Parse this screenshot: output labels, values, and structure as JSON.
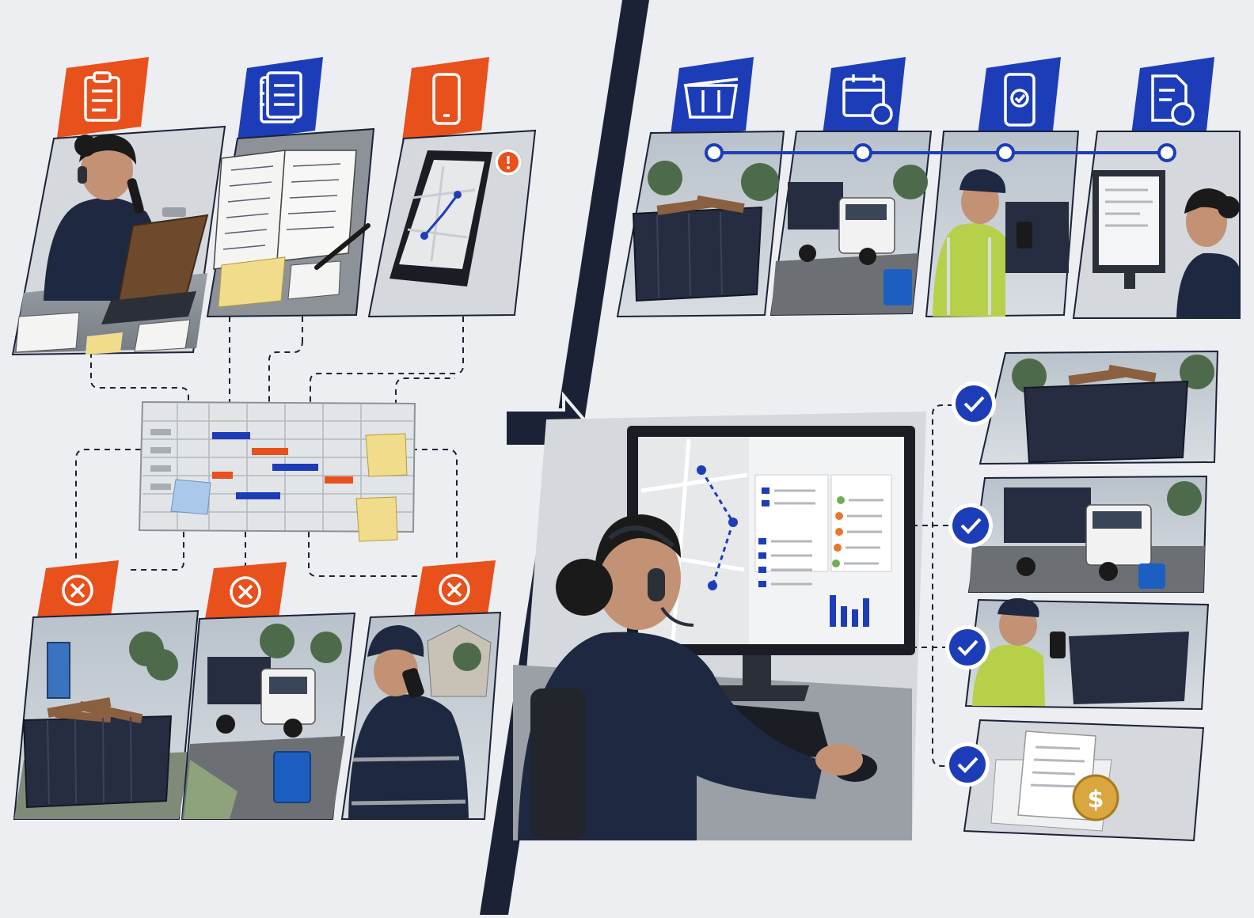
{
  "colors": {
    "background": "#eceef1",
    "old_accent": "#e8501c",
    "new_accent": "#1d3db8",
    "ink": "#1b2236",
    "panel": "#8d9298",
    "divider": "#1b2236"
  },
  "before": {
    "sources": [
      {
        "icon": "clipboard-icon",
        "scene": "dispatcher-on-phone-with-clipboard"
      },
      {
        "icon": "notebook-icon",
        "scene": "handwritten-notebook-and-sticky-notes"
      },
      {
        "icon": "smartphone-icon",
        "scene": "phone-map-with-alert"
      }
    ],
    "schedule": {
      "scene": "messy-spreadsheet-with-sticky-notes"
    },
    "failures": [
      {
        "icon": "x-circle-icon",
        "scene": "overflowing-dumpster-near-portable-toilet"
      },
      {
        "icon": "x-circle-icon",
        "scene": "garbage-truck-by-curb"
      },
      {
        "icon": "x-circle-icon",
        "scene": "driver-calling-on-phone"
      }
    ]
  },
  "after": {
    "workflow_steps": [
      {
        "icon": "dumpster-icon",
        "scene": "filled-roll-off-dumpster"
      },
      {
        "icon": "calendar-sync-icon",
        "scene": "truck-dispatched"
      },
      {
        "icon": "phone-check-icon",
        "scene": "driver-confirms-on-phone"
      },
      {
        "icon": "invoice-dollar-icon",
        "scene": "office-invoice-on-monitor"
      }
    ],
    "dispatch_console": {
      "scene": "dispatcher-with-headset-at-routing-screen"
    },
    "outcomes": [
      {
        "icon": "check-circle-icon",
        "scene": "dumpster-delivered"
      },
      {
        "icon": "check-circle-icon",
        "scene": "truck-on-route"
      },
      {
        "icon": "check-circle-icon",
        "scene": "driver-photo-confirmation"
      },
      {
        "icon": "check-circle-icon",
        "scene": "invoice-and-payment"
      }
    ]
  },
  "transition": {
    "icon": "arrow-right-icon"
  }
}
